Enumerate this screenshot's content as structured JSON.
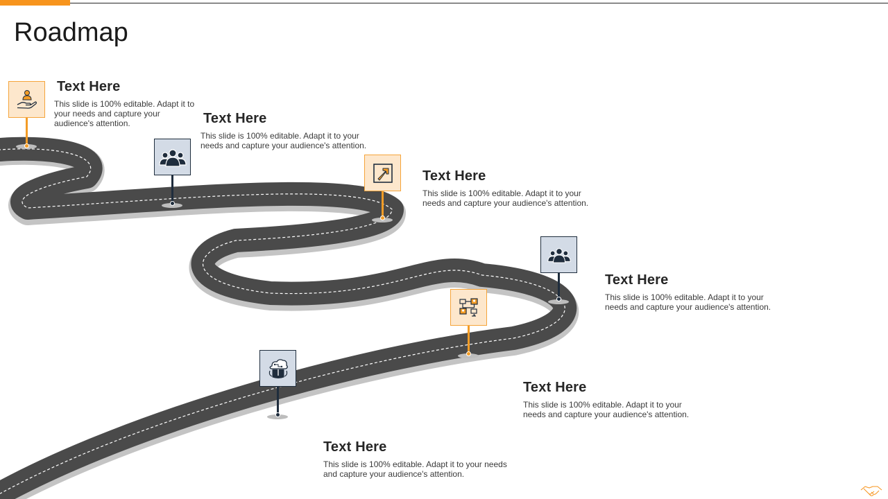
{
  "slide": {
    "title": "Roadmap"
  },
  "milestones": [
    {
      "heading": "Text Here",
      "body": "This slide is 100% editable. Adapt it to your needs and capture your audience's attention.",
      "icon": "hand-user-icon",
      "color": "orange"
    },
    {
      "heading": "Text Here",
      "body": "This slide is 100% editable. Adapt it to your needs and capture your audience's attention.",
      "icon": "team-icon",
      "color": "blue"
    },
    {
      "heading": "Text Here",
      "body": "This slide is 100% editable. Adapt it to your needs and capture your audience's attention.",
      "icon": "arrow-up-right-icon",
      "color": "orange"
    },
    {
      "heading": "Text Here",
      "body": "This slide is 100% editable. Adapt it to your needs and capture your audience's attention.",
      "icon": "team-icon",
      "color": "blue"
    },
    {
      "heading": "Text Here",
      "body": "This slide is 100% editable. Adapt it to your needs and capture your audience's attention.",
      "icon": "org-chart-icon",
      "color": "orange"
    },
    {
      "heading": "Text Here",
      "body": "This slide is 100% editable. Adapt it to your needs and capture your audience's attention.",
      "icon": "cloud-brain-icon",
      "color": "blue"
    }
  ],
  "colors": {
    "accent": "#f7941d",
    "road": "#4a4a4a",
    "navy": "#1f2d3d"
  }
}
